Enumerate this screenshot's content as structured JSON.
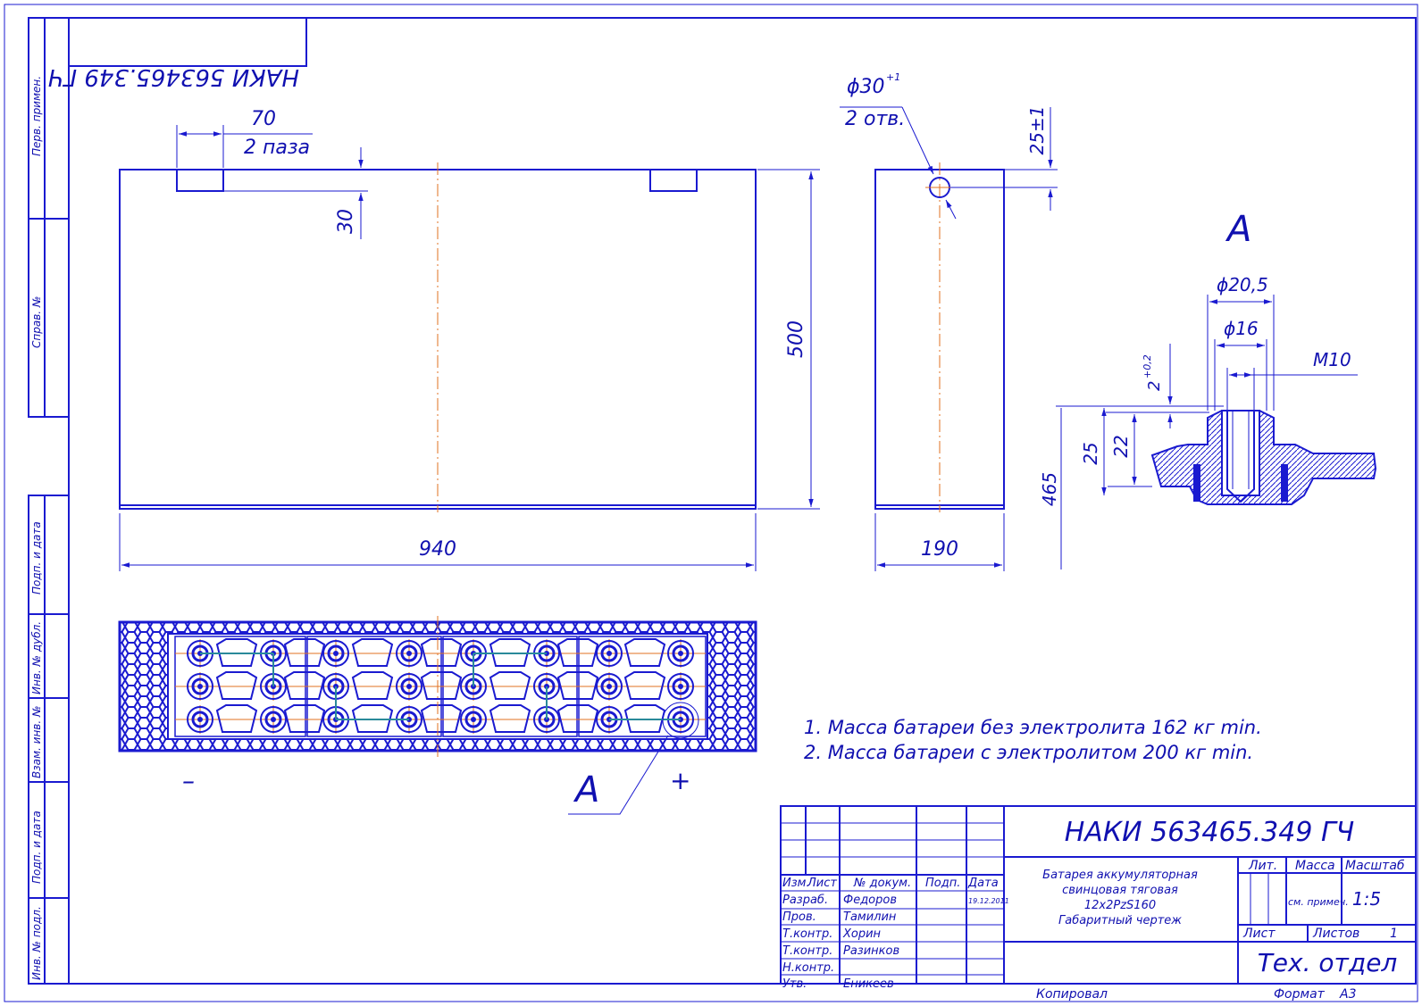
{
  "colors": {
    "line": "#1a1ad0",
    "text": "#1010b0",
    "axis": "#e07020",
    "dim": "#1010b0"
  },
  "doc_code": "НАКИ 563465.349 ГЧ",
  "top_dims": {
    "slot_width": "70",
    "slot_note": "2 паза",
    "slot_depth": "30",
    "height": "500",
    "length": "940"
  },
  "side_dims": {
    "hole_dia": "ϕ30",
    "hole_tol": "+1",
    "hole_note": "2 отв.",
    "hole_pos": "25±1",
    "width": "190"
  },
  "detail": {
    "label": "А",
    "d_outer": "ϕ20,5",
    "d_inner": "ϕ16",
    "thread": "M10",
    "gap": "2",
    "gap_tol": "+0,2",
    "h25": "25",
    "h22": "22",
    "h465": "465"
  },
  "plan": {
    "minus": "–",
    "plus": "+",
    "callout": "А"
  },
  "notes": [
    "1. Масса батареи без электролита 162 кг min.",
    "2. Масса батареи с электролитом 200 кг min."
  ],
  "left_strip": [
    "Перв. примен.",
    "Справ. №",
    "Подп. и дата",
    "Инв. № дубл.",
    "Взам. инв. №",
    "Подп. и дата",
    "Инв. № подл."
  ],
  "stamp": {
    "headers": [
      "Изм.",
      "Лист",
      "№ докум.",
      "Подп.",
      "Дата"
    ],
    "rows": [
      {
        "role": "Разраб.",
        "name": "Федоров",
        "date": "19.12.2011"
      },
      {
        "role": "Пров.",
        "name": "Тамилин",
        "date": ""
      },
      {
        "role": "Т.контр.",
        "name": "Хорин",
        "date": ""
      },
      {
        "role": "Т.контр.",
        "name": "Разинков",
        "date": ""
      },
      {
        "role": "Н.контр.",
        "name": "",
        "date": ""
      },
      {
        "role": "Утв.",
        "name": "Еникеев",
        "date": ""
      }
    ],
    "title_lines": [
      "Батарея аккумуляторная",
      "свинцовая тяговая",
      "12х2PzS160",
      "Габаритный чертеж"
    ],
    "lit": "Лит.",
    "mass": "Масса",
    "scale": "Масштаб",
    "mass_val": "см. примеч.",
    "scale_val": "1:5",
    "sheet": "Лист",
    "sheets": "Листов",
    "sheets_val": "1",
    "org": "Тех. отдел",
    "copied": "Копировал",
    "format": "Формат",
    "format_val": "А3"
  }
}
